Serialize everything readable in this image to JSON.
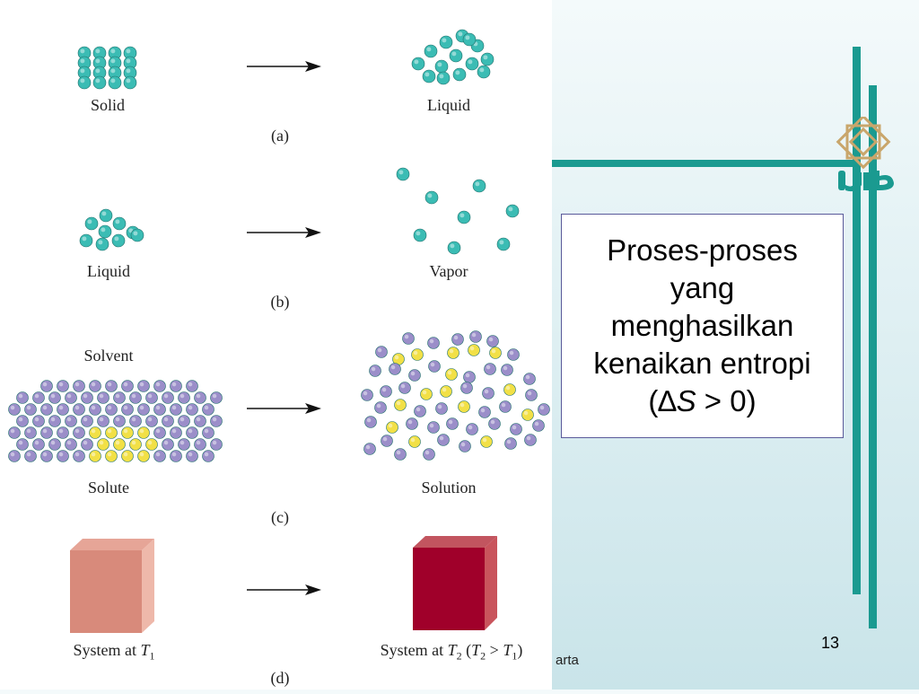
{
  "panels": {
    "a": {
      "caption": "(a)",
      "left_label": "Solid",
      "right_label": "Liquid"
    },
    "b": {
      "caption": "(b)",
      "left_label": "Liquid",
      "right_label": "Vapor"
    },
    "c": {
      "caption": "(c)",
      "top_label": "Solvent",
      "left_label": "Solute",
      "right_label": "Solution"
    },
    "d": {
      "caption": "(d)",
      "left_label_prefix": "System at ",
      "left_label_var": "T",
      "left_label_sub": "1",
      "right_label_prefix": "System at ",
      "right_label_var": "T",
      "right_label_sub": "2",
      "right_label_cond_open": " (",
      "right_label_cond_var1": "T",
      "right_label_cond_sub1": "2",
      "right_label_cond_op": " > ",
      "right_label_cond_var2": "T",
      "right_label_cond_sub2": "1",
      "right_label_cond_close": ")"
    }
  },
  "text_box": {
    "line1": "Proses-proses",
    "line2": "yang",
    "line3": "menghasilkan",
    "line4": "kenaikan entropi",
    "line5_open": "(",
    "line5_delta": "∆",
    "line5_var": "S",
    "line5_rest": " > 0)"
  },
  "page_number": "13",
  "footer_text": "arta",
  "colors": {
    "teal_particle": "#3bbcb4",
    "purple_particle": "#9b8ec9",
    "yellow_particle": "#f2e046",
    "cold_block": "#d98a7c",
    "hot_block": "#a0002a",
    "accent_bar": "#1a9a90",
    "logo": "#1a9a90"
  },
  "icons": [
    "right-arrow-icon",
    "university-logo-icon"
  ]
}
